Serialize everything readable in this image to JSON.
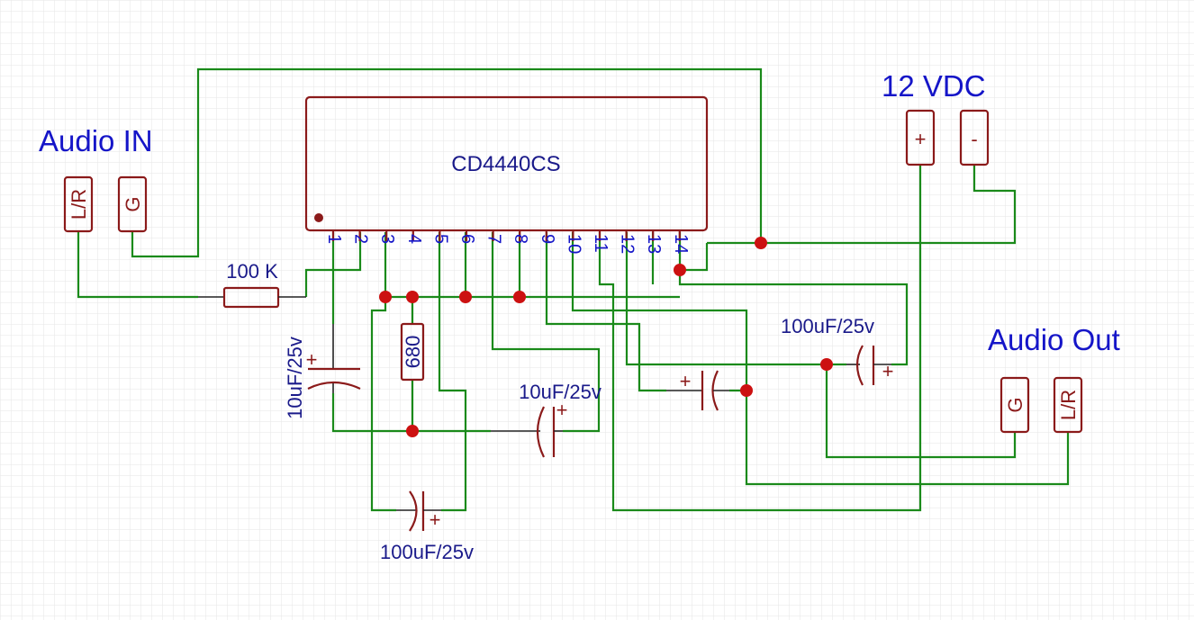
{
  "ic": {
    "part": "CD4440CS",
    "pins": [
      "1",
      "2",
      "3",
      "4",
      "5",
      "6",
      "7",
      "8",
      "9",
      "10",
      "11",
      "12",
      "13",
      "14"
    ]
  },
  "labels": {
    "audio_in": "Audio IN",
    "audio_out": "Audio Out",
    "supply": "12 VDC"
  },
  "connectors": {
    "in_lr": "L/R",
    "in_g": "G",
    "out_g": "G",
    "out_lr": "L/R",
    "pwr_plus": "+",
    "pwr_minus": "-"
  },
  "components": {
    "r_input": "100 K",
    "r_680": "680",
    "c_pin1": "10uF/25v",
    "c_bottom": "100uF/25v",
    "c_mid": "10uF/25v",
    "c_out": "100uF/25v"
  },
  "colors": {
    "wire": "#1a8a1a",
    "component": "#8b1a1a",
    "junction": "#cc1111",
    "label": "#1515c8"
  }
}
